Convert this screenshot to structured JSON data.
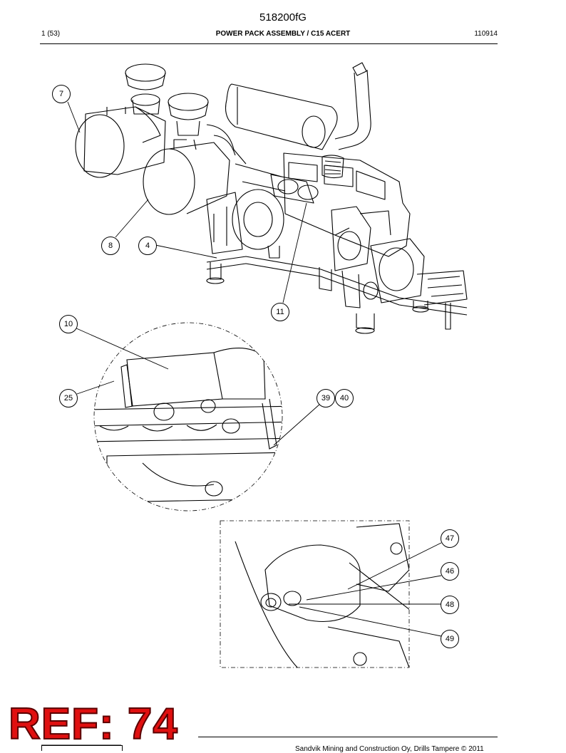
{
  "document": {
    "title": "518200fG",
    "page_indicator": "1 (53)",
    "section_title": "POWER PACK ASSEMBLY / C15 ACERT",
    "doc_code": "110914"
  },
  "callouts": {
    "c7": "7",
    "c8": "8",
    "c4": "4",
    "c11": "11",
    "c10": "10",
    "c25": "25",
    "c39": "39",
    "c40": "40",
    "c47": "47",
    "c46": "46",
    "c48": "48",
    "c49": "49"
  },
  "stamp": {
    "text": "REF: 74"
  },
  "footer": {
    "copyright": "Sandvik Mining and Construction Oy, Drills Tampere © 2011"
  },
  "icons": [
    "engine-assembly-drawing",
    "detail-circle-drawing",
    "detail-box-drawing"
  ]
}
